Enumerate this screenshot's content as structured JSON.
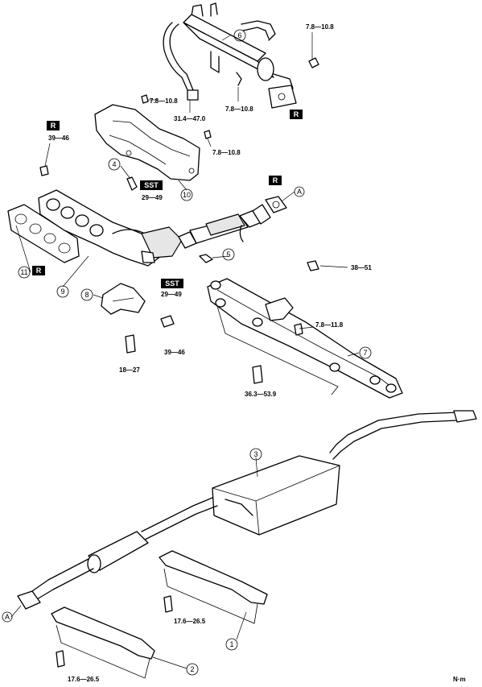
{
  "callouts": {
    "c1": "1",
    "c2": "2",
    "c3": "3",
    "c4": "4",
    "c5": "5",
    "c6": "6",
    "c7": "7",
    "c8": "8",
    "c9": "9",
    "c10": "10",
    "c11": "11",
    "a1": "A",
    "a2": "A"
  },
  "torques": {
    "t_tube_nut": "7.8—10.8",
    "t_tube_bolt": "7.8—10.8",
    "t_tube_union": "31.4—47.0",
    "t_ins_top": "7.8—10.8",
    "t_ins_right": "7.8—10.8",
    "t_manifold_nut": "39—46",
    "t_sensor_front": "29—49",
    "t_sensor_rear": "29—49",
    "t_flange_nut": "38—51",
    "t_bracket_bolt": "18—27",
    "t_bracket_nut": "39—46",
    "t_crossmember_bolt": "7.8—11.8",
    "t_crossmember_main": "36.3—53.9",
    "t_hanger_1": "17.6—26.5",
    "t_hanger_2": "17.6—26.5"
  },
  "tags": {
    "r1": "R",
    "r2": "R",
    "r3": "R",
    "r4": "R",
    "sst1": "SST",
    "sst2": "SST"
  },
  "unit_label": "N·m"
}
